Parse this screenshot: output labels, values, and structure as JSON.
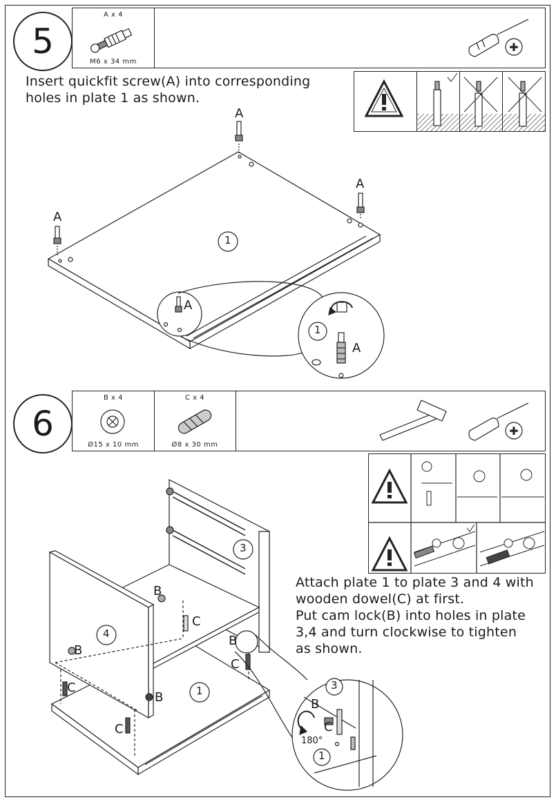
{
  "step5": {
    "number": "5",
    "part_qty": "A x 4",
    "part_size": "M6 x 34 mm",
    "instruction": "Insert quickfit screw(A) into corresponding\nholes in plate 1 as shown.",
    "label_a": "A",
    "plate_number": "1"
  },
  "step6": {
    "number": "6",
    "part_b_qty": "B x 4",
    "part_b_size": "Ø15 x 10 mm",
    "part_c_qty": "C x 4",
    "part_c_size": "Ø8 x 30 mm",
    "instruction": "Attach plate 1 to plate 3 and 4 with\nwooden dowel(C) at first.\nPut cam lock(B) into holes in plate\n3,4 and turn clockwise to tighten\nas shown.",
    "label_b": "B",
    "label_c": "C",
    "plate_1": "1",
    "plate_3": "3",
    "plate_4": "4",
    "rotation": "180°"
  },
  "icons": [
    "screwdriver-icon",
    "hammer-icon",
    "warning-icon",
    "check-icon",
    "cross-icon"
  ]
}
